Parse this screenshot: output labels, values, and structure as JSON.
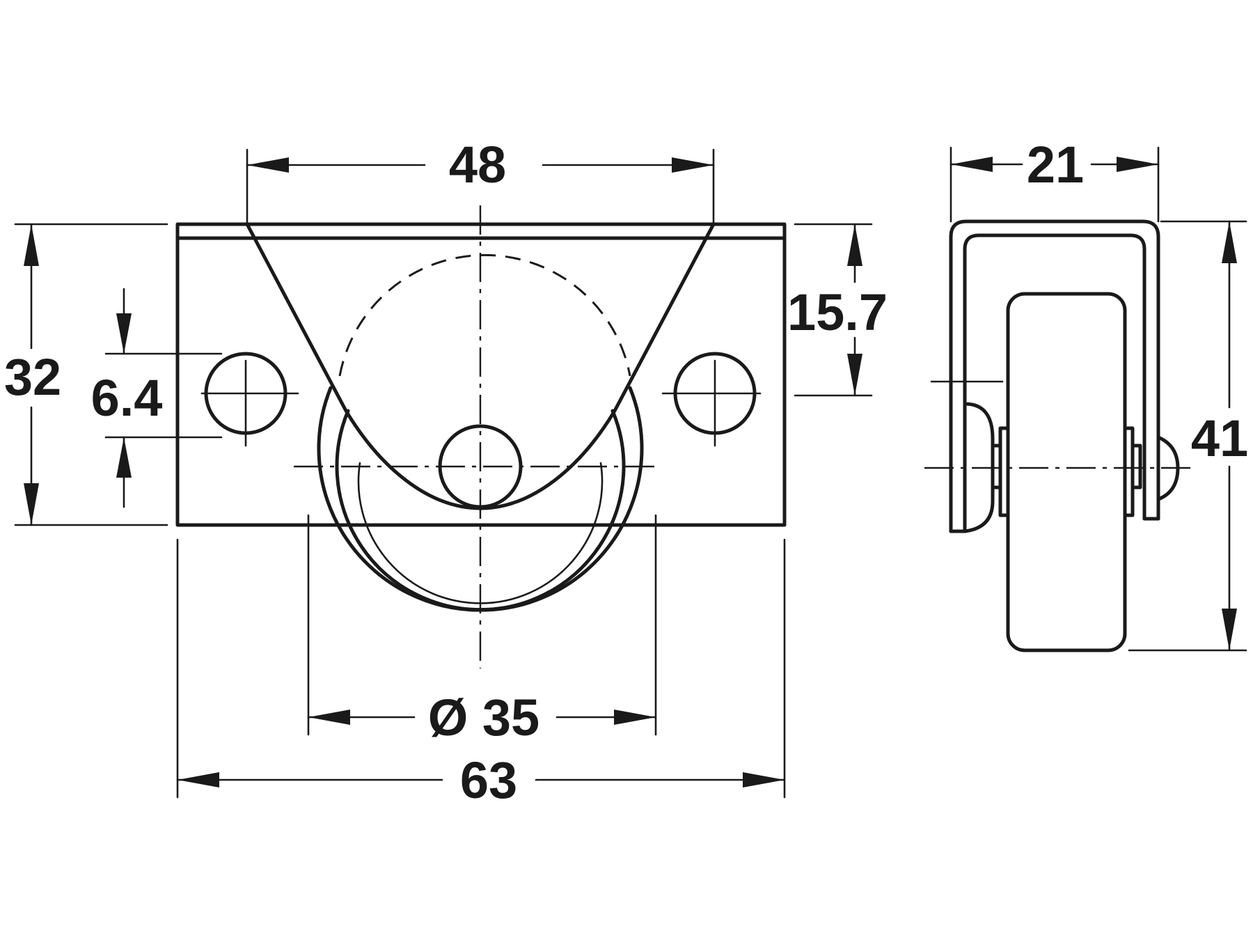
{
  "colors": {
    "line": "#1a1a1a",
    "background": "#ffffff"
  },
  "dimensions": {
    "top_width": "48",
    "overall_width": "63",
    "wheel_diameter": "Ø 35",
    "height": "32",
    "hole_size": "6.4",
    "axle_height": "15.7",
    "side_width": "21",
    "side_height": "41"
  }
}
